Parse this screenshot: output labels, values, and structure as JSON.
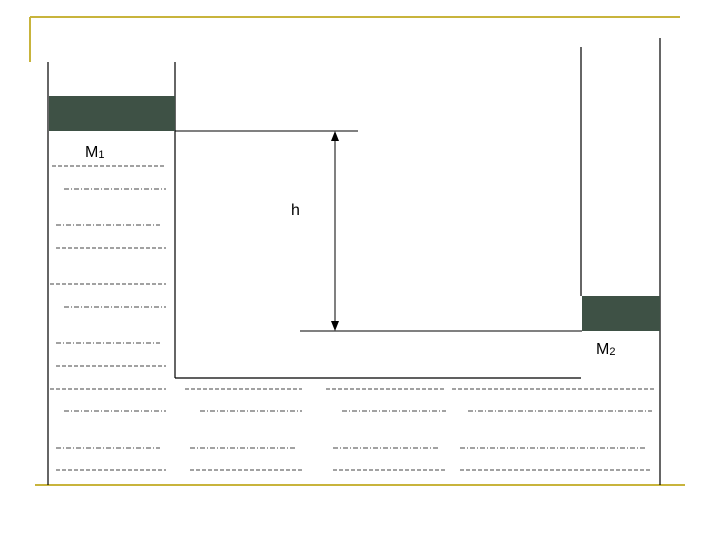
{
  "diagram": {
    "labels": {
      "m1_main": "M",
      "m1_sub": "1",
      "m2_main": "M",
      "m2_sub": "2",
      "height": "h"
    },
    "colors": {
      "frame_accent": "#c8b43c",
      "piston": "#3e5145",
      "line": "#000000",
      "dash": "#444444"
    }
  }
}
